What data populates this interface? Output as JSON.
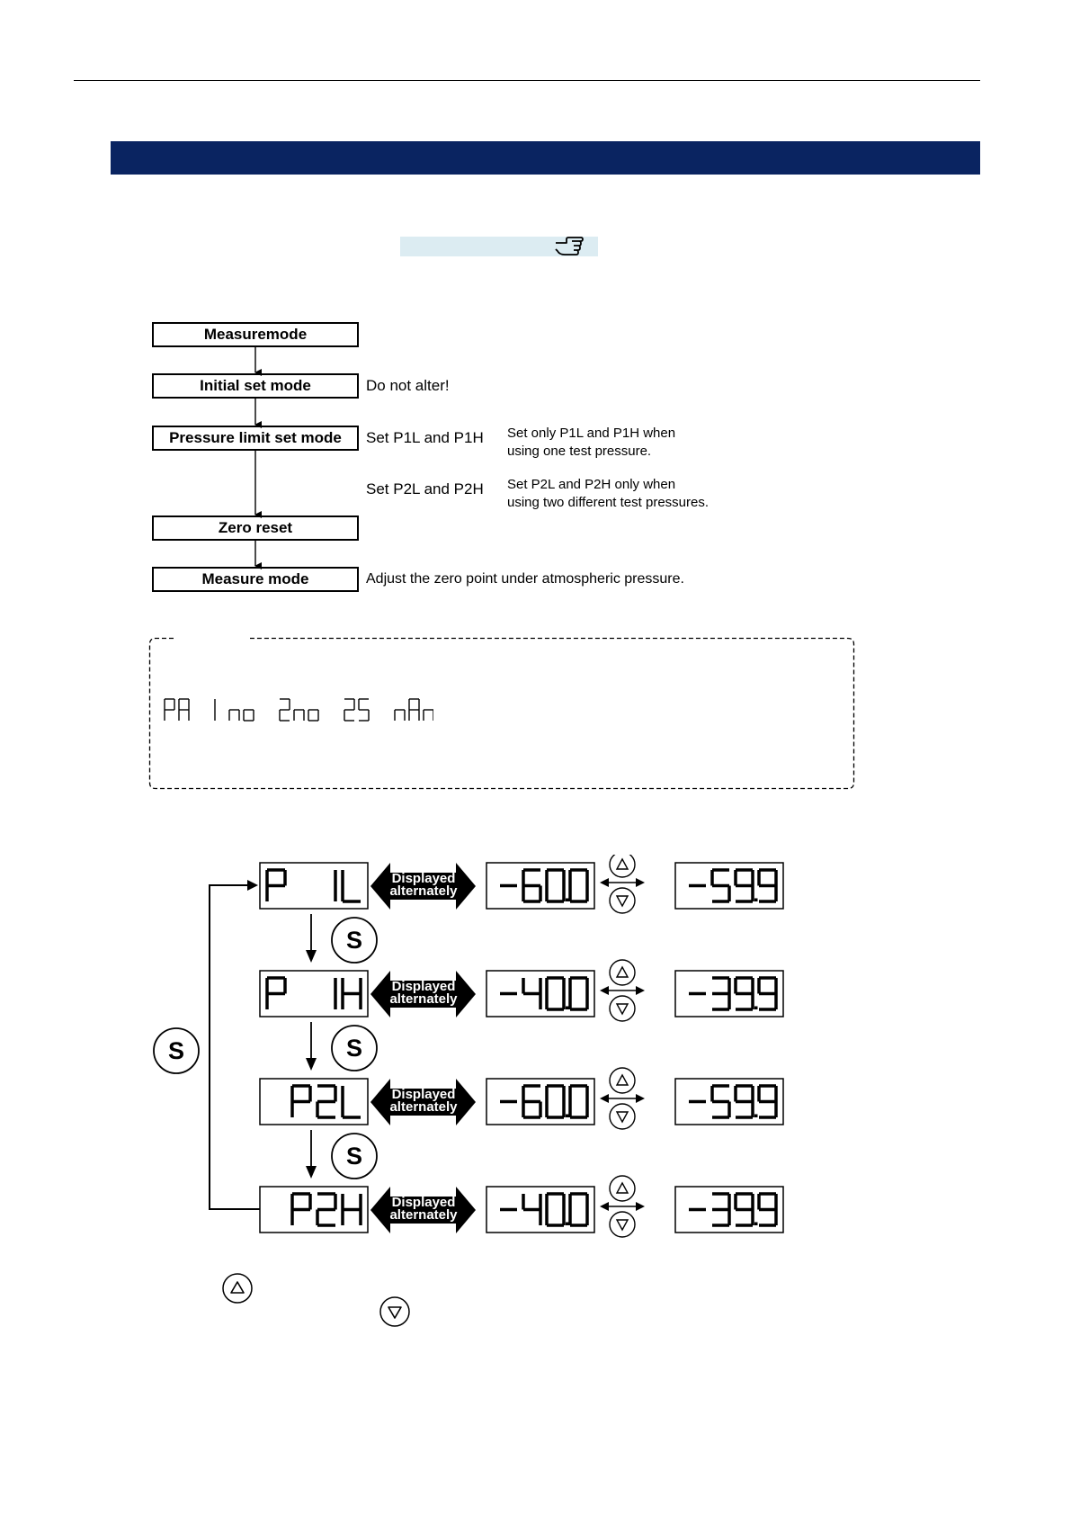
{
  "flow": {
    "step1": "Measuremode",
    "step2": "Initial set mode",
    "step3": "Pressure limit set mode",
    "step4": "Zero reset",
    "step5": "Measure mode",
    "note_step2": "Do not alter!",
    "note_p1": "Set P1L and P1H",
    "note_p1_detail_1": "Set only P1L and P1H when",
    "note_p1_detail_2": "using one test pressure.",
    "note_p2": "Set P2L and P2H",
    "note_p2_detail_1": "Set P2L and P2H only when",
    "note_p2_detail_2": "using two different test pressures.",
    "note_step5": "Adjust the zero point under atmospheric pressure."
  },
  "segment_row": [
    "PA",
    "lno",
    "2no",
    "2S",
    "nAn"
  ],
  "sequence": {
    "s_label": "S",
    "displayed_line1": "Displayed",
    "displayed_line2": "alternately",
    "rows": [
      {
        "param": "P 1L",
        "default": "-60.0",
        "adjusted": "-59.9"
      },
      {
        "param": "P 1H",
        "default": "-40.0",
        "adjusted": "-39.9"
      },
      {
        "param": "P2L",
        "default": "-60.0",
        "adjusted": "-59.9"
      },
      {
        "param": "P2H",
        "default": "-40.0",
        "adjusted": "-39.9"
      }
    ]
  },
  "colors": {
    "title_bar": "#0a2461",
    "hint_box": "#dcecf2"
  },
  "icons": [
    "pointing-hand-icon",
    "up-button-icon",
    "down-button-icon",
    "s-button-icon"
  ]
}
